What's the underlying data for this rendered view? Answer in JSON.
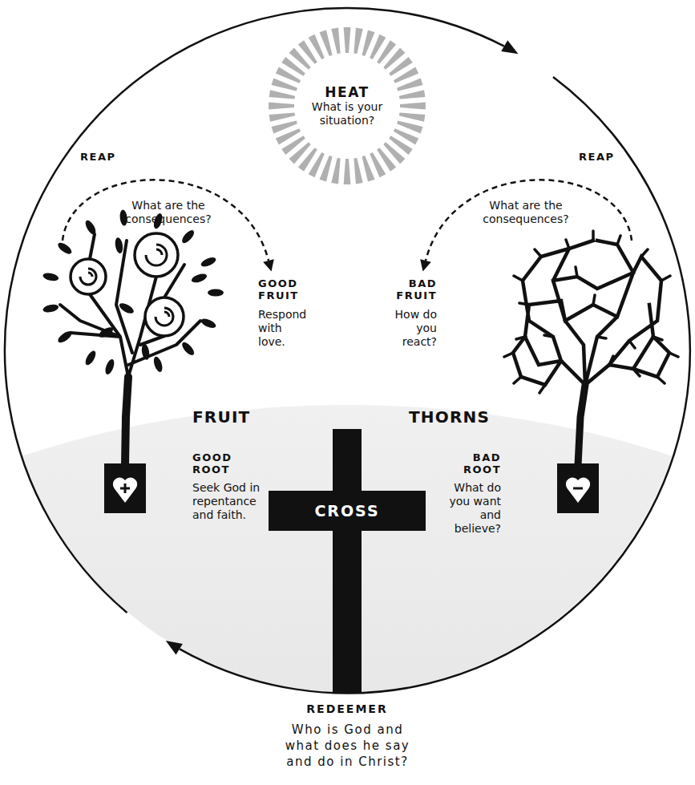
{
  "diagram": {
    "nodes": [
      {
        "text": [
          "HEAT",
          "What is your situation?"
        ]
      },
      {
        "text": [
          "CROSS"
        ]
      }
    ],
    "labels": [
      "REAP",
      "What are the consequences?",
      "REAP",
      "What are the consequences?",
      "GOOD FRUIT",
      "Respond with love.",
      "BAD FRUIT",
      "How do you react?",
      "FRUIT",
      "THORNS",
      "GOOD ROOT",
      "Seek God in repentance and faith.",
      "BAD ROOT",
      "What do you want and believe?",
      "REDEEMER",
      "Who is God and what does he say and do in Christ?"
    ]
  }
}
